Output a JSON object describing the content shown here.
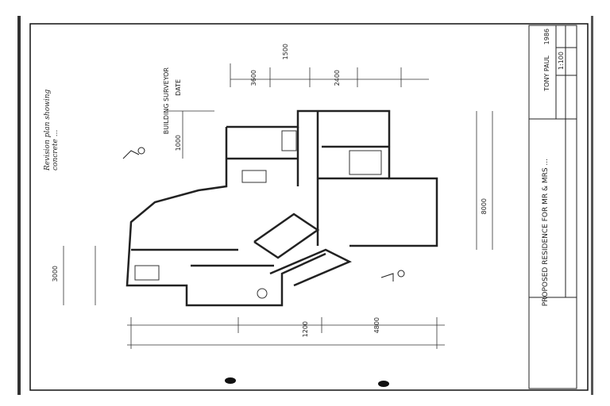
{
  "title_block": {
    "title": "PROPOSED RESIDENCE FOR MR & MRS ...",
    "drawn_by": "TONY PAUL",
    "scale": "1:100",
    "year": "1986"
  },
  "notes": {
    "handwritten": "Revision plan showing concrete ...",
    "approval_stamp": "BUILDING SURVEYOR",
    "date_label": "DATE"
  },
  "dimensions": [
    "1500",
    "3600",
    "2400",
    "1200",
    "4800",
    "3000",
    "1000",
    "8000"
  ],
  "colors": {
    "ink": "#222222",
    "paper": "#ffffff",
    "border": "#111111"
  }
}
